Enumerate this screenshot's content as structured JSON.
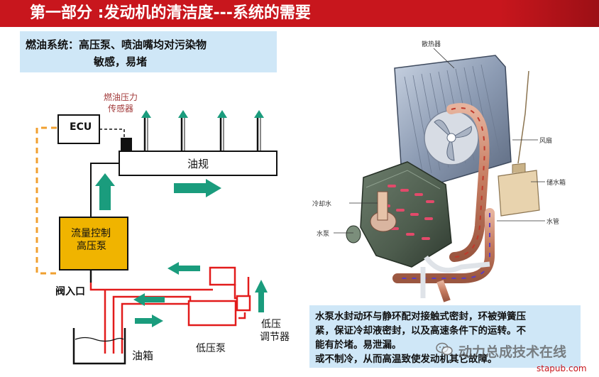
{
  "slide": {
    "title": "第一部分 :发动机的清洁度---系统的需要"
  },
  "fuel_system": {
    "note_line1": "燃油系统：高压泵、喷油嘴均对污染物",
    "note_line2": "敏感，易堵",
    "ecu": "ECU",
    "pressure_sensor_line1": "燃油压力",
    "pressure_sensor_line2": "传感器",
    "fuel_rail": "油规",
    "hp_pump_line1": "流量控制",
    "hp_pump_line2": "高压泵",
    "inlet_valve": "阀入口",
    "tank": "油箱",
    "lp_pump": "低压泵",
    "lp_regulator_line1": "低压",
    "lp_regulator_line2": "调节器"
  },
  "cooling_system": {
    "radiator": "散热器",
    "fan": "风扇",
    "reservoir": "储水箱",
    "coolant": "冷却水",
    "water_pump": "水泵",
    "pipe": "水管",
    "note_line1": "水泵水封动环与静环配对接触式密封，环被弹簧压",
    "note_line2": "紧，保证冷却液密封，以及高速条件下的运转。不",
    "note_line3": "能有於堵。易泄漏。",
    "note_line4": "或不制冷，从而高温致使发动机其它故障。"
  },
  "watermark": {
    "text": "动力总成技术在线",
    "site": "stapub.com"
  },
  "colors": {
    "title_bar": "#c8161d",
    "note_bg": "#cfe7f7",
    "pump_fill": "#f0b400",
    "arrow_green": "#1a9c7d",
    "low_pressure_line": "#e21b1b",
    "return_line": "#f0a030",
    "pipe_copper": "#c8826a"
  }
}
